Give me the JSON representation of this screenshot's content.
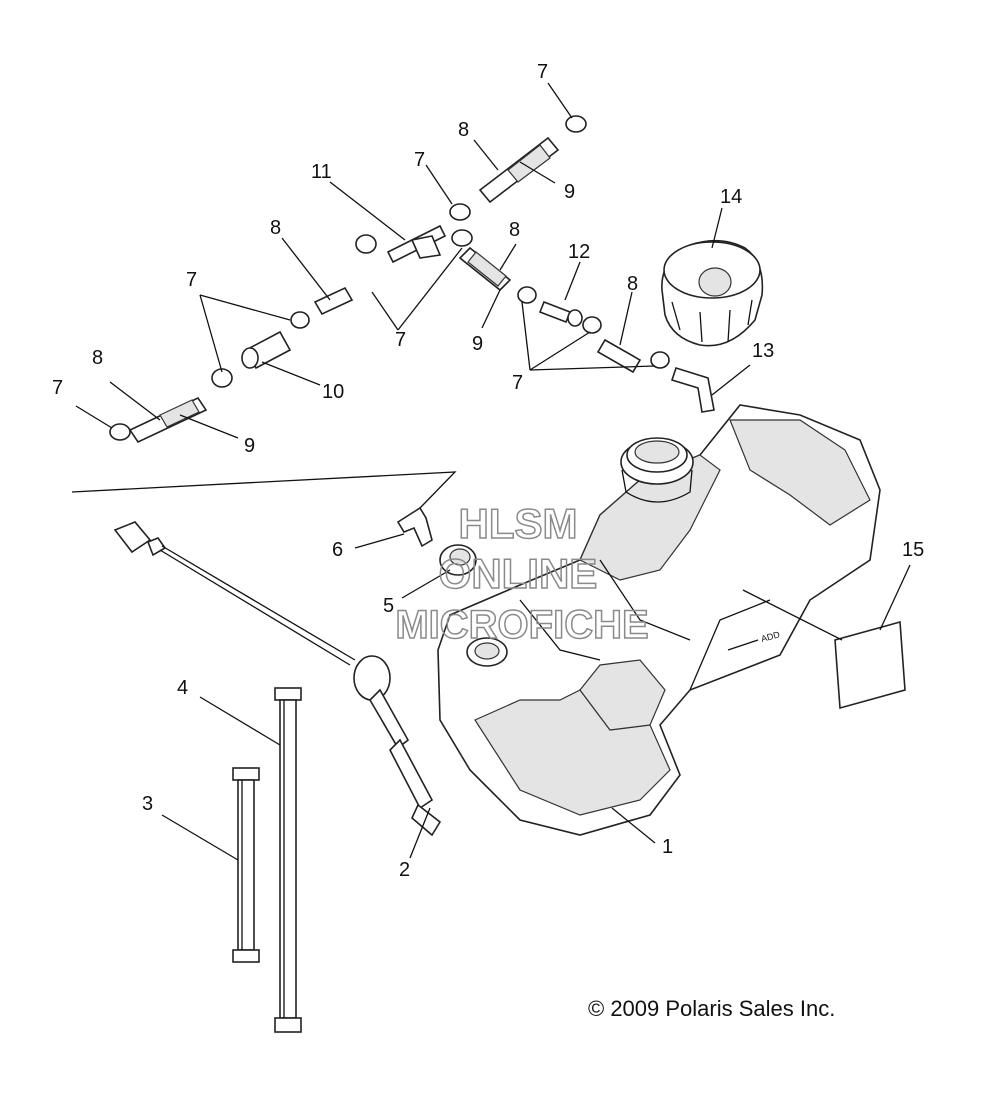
{
  "watermark": {
    "line1": "HLSM",
    "line2": "ONLINE",
    "line3": "MICROFICHE"
  },
  "copyright": "© 2009 Polaris Sales Inc.",
  "tank_marking": "ADD",
  "callouts": [
    {
      "text": "1"
    },
    {
      "text": "2"
    },
    {
      "text": "3"
    },
    {
      "text": "4"
    },
    {
      "text": "5"
    },
    {
      "text": "6"
    },
    {
      "text": "7"
    },
    {
      "text": "7"
    },
    {
      "text": "7"
    },
    {
      "text": "7"
    },
    {
      "text": "7"
    },
    {
      "text": "7"
    },
    {
      "text": "8"
    },
    {
      "text": "8"
    },
    {
      "text": "8"
    },
    {
      "text": "8"
    },
    {
      "text": "8"
    },
    {
      "text": "9"
    },
    {
      "text": "9"
    },
    {
      "text": "9"
    },
    {
      "text": "10"
    },
    {
      "text": "11"
    },
    {
      "text": "12"
    },
    {
      "text": "13"
    },
    {
      "text": "14"
    },
    {
      "text": "15"
    }
  ]
}
